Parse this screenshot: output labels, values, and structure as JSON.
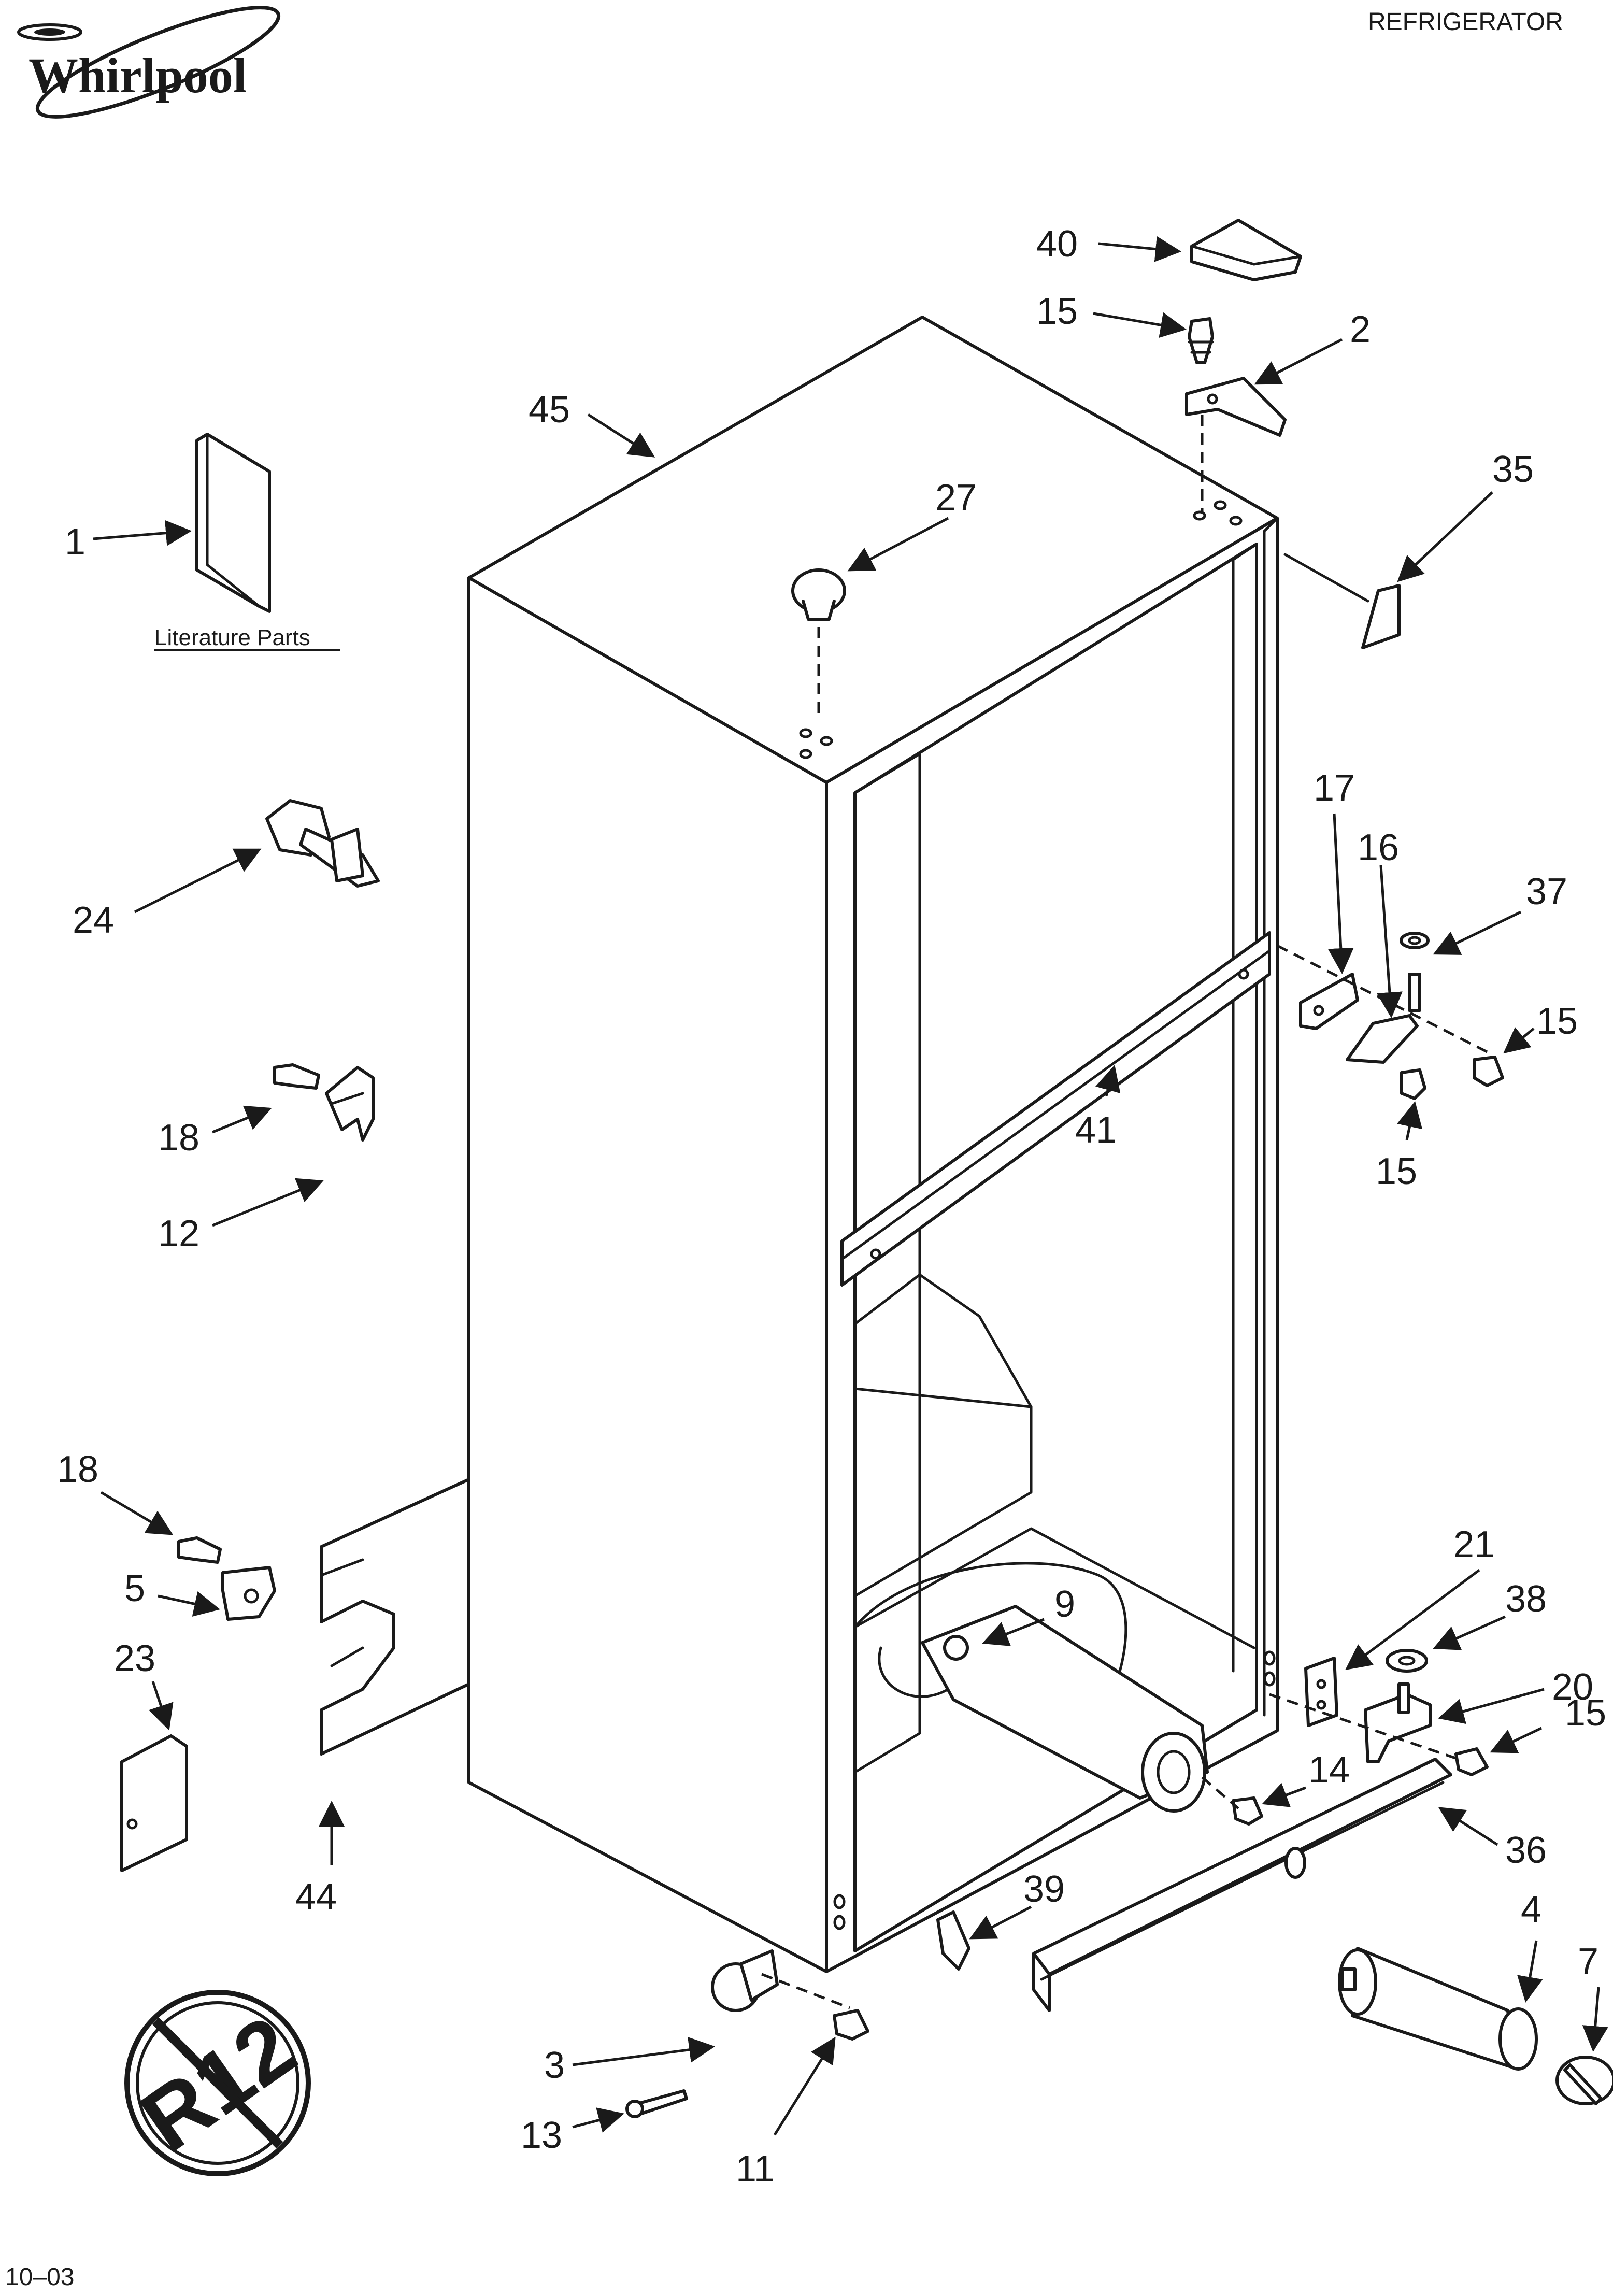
{
  "brand": "Whirlpool",
  "header": {
    "title": "REFRIGERATOR"
  },
  "footer": {
    "date_code": "10–03"
  },
  "literature": {
    "label": "Literature Parts"
  },
  "badge": {
    "text": "R12",
    "meaning": "no-R12 symbol"
  },
  "callouts": {
    "c40": "40",
    "c15a": "15",
    "c2": "2",
    "c45": "45",
    "c35": "35",
    "c27": "27",
    "c1": "1",
    "c17": "17",
    "c16": "16",
    "c37": "37",
    "c15b": "15",
    "c15c": "15",
    "c24": "24",
    "c41": "41",
    "c18a": "18",
    "c12": "12",
    "c18b": "18",
    "c5": "5",
    "c23": "23",
    "c21": "21",
    "c9": "9",
    "c38": "38",
    "c20": "20",
    "c15d": "15",
    "c14": "14",
    "c36": "36",
    "c44": "44",
    "c39": "39",
    "c4": "4",
    "c7": "7",
    "c3": "3",
    "c13": "13",
    "c11": "11"
  }
}
